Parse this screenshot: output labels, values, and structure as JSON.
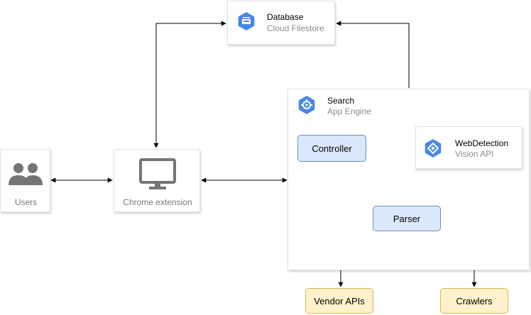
{
  "nodes": {
    "database": {
      "title": "Database",
      "subtitle": "Cloud Filestore",
      "icon": "filestore-icon"
    },
    "search": {
      "title": "Search",
      "subtitle": "App Engine",
      "icon": "app-engine-icon"
    },
    "users": {
      "label": "Users",
      "icon": "users-icon"
    },
    "chrome_extension": {
      "label": "Chrome extension",
      "icon": "monitor-icon"
    },
    "controller": {
      "label": "Controller"
    },
    "webdetection": {
      "title": "WebDetection",
      "subtitle": "Vision API",
      "icon": "vision-api-icon"
    },
    "parser": {
      "label": "Parser"
    },
    "vendor_apis": {
      "label": "Vendor APIs"
    },
    "crawlers": {
      "label": "Crawlers"
    }
  },
  "colors": {
    "gcp_blue": "#4a86e8",
    "process_fill": "#dae8fc",
    "process_stroke": "#6c8ebf",
    "external_fill": "#fff2cc",
    "external_stroke": "#d6b656",
    "icon_grey": "#757575"
  }
}
